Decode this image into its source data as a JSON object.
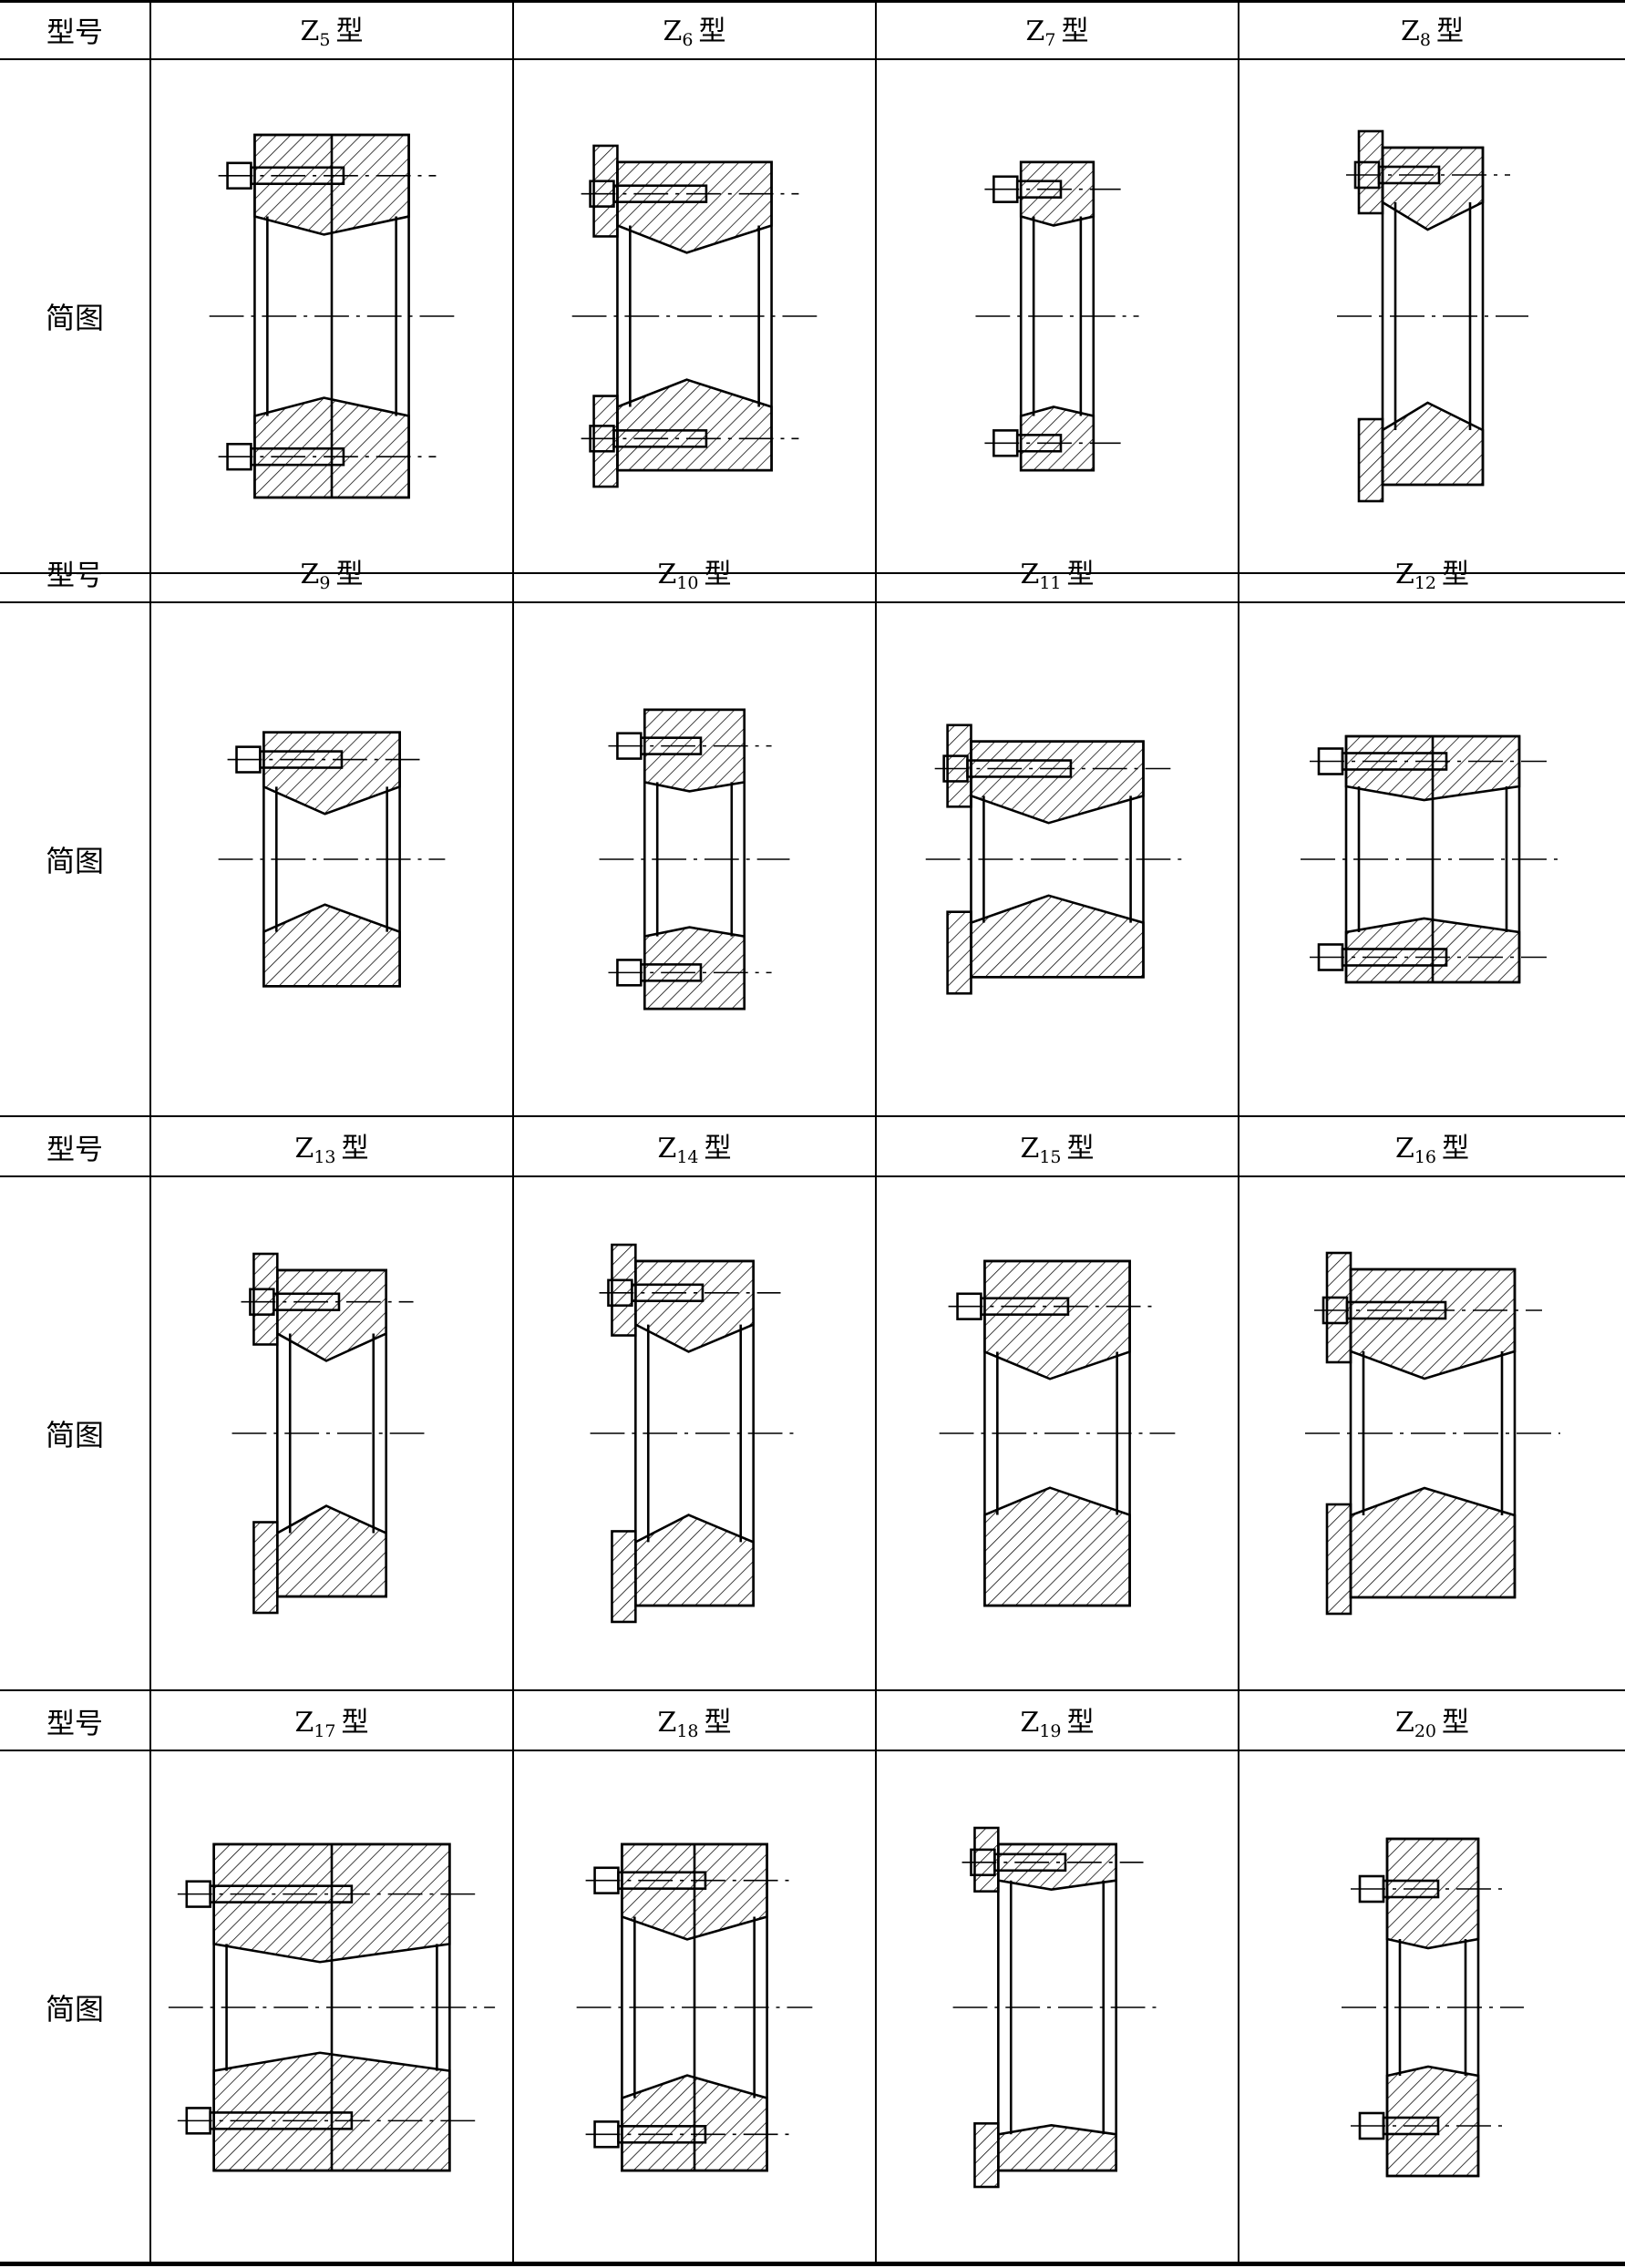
{
  "table": {
    "row_label_model": "型号",
    "row_label_diagram": "简图",
    "groups": [
      {
        "models": [
          {
            "prefix": "Z",
            "sub": "5",
            "suffix": "型"
          },
          {
            "prefix": "Z",
            "sub": "6",
            "suffix": "型"
          },
          {
            "prefix": "Z",
            "sub": "7",
            "suffix": "型"
          },
          {
            "prefix": "Z",
            "sub": "8",
            "suffix": "型"
          }
        ]
      },
      {
        "models": [
          {
            "prefix": "Z",
            "sub": "9",
            "suffix": "型"
          },
          {
            "prefix": "Z",
            "sub": "10",
            "suffix": "型"
          },
          {
            "prefix": "Z",
            "sub": "11",
            "suffix": "型"
          },
          {
            "prefix": "Z",
            "sub": "12",
            "suffix": "型"
          }
        ]
      },
      {
        "models": [
          {
            "prefix": "Z",
            "sub": "13",
            "suffix": "型"
          },
          {
            "prefix": "Z",
            "sub": "14",
            "suffix": "型"
          },
          {
            "prefix": "Z",
            "sub": "15",
            "suffix": "型"
          },
          {
            "prefix": "Z",
            "sub": "16",
            "suffix": "型"
          }
        ]
      },
      {
        "models": [
          {
            "prefix": "Z",
            "sub": "17",
            "suffix": "型"
          },
          {
            "prefix": "Z",
            "sub": "18",
            "suffix": "型"
          },
          {
            "prefix": "Z",
            "sub": "19",
            "suffix": "型"
          },
          {
            "prefix": "Z",
            "sub": "20",
            "suffix": "型"
          }
        ]
      }
    ]
  },
  "drawing": {
    "line_color": "#000000",
    "background": "#ffffff"
  }
}
